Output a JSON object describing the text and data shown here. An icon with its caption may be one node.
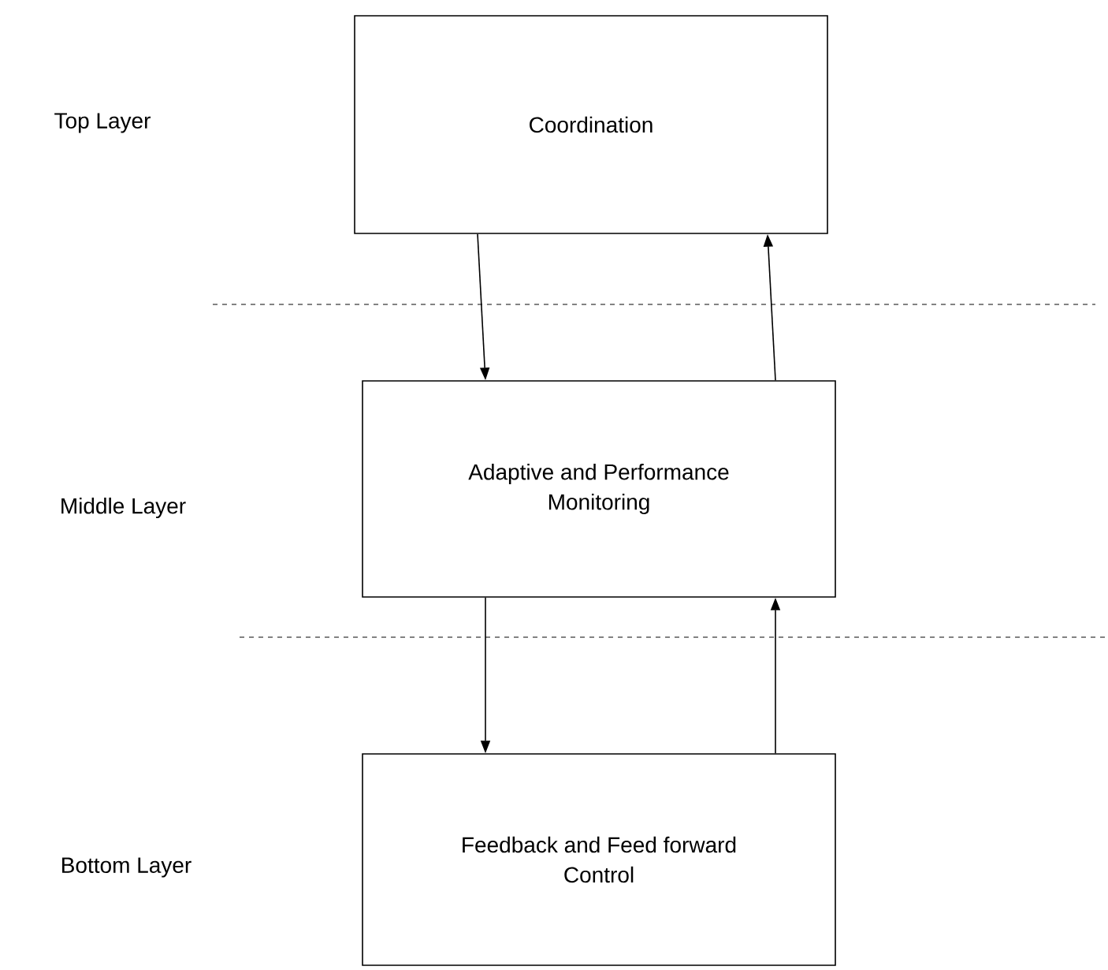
{
  "diagram": {
    "nodes": [
      {
        "text": [
          "Coordination"
        ]
      },
      {
        "text": [
          "Adaptive and Performance Monitoring"
        ]
      },
      {
        "text": [
          "Feedback and Feed forward Control"
        ]
      }
    ],
    "edges": [
      {
        "from": 0,
        "to": 1,
        "arrow": "to"
      },
      {
        "from": 1,
        "to": 0,
        "arrow": "to"
      },
      {
        "from": 1,
        "to": 2,
        "arrow": "to"
      },
      {
        "from": 2,
        "to": 1,
        "arrow": "to"
      }
    ],
    "labels": [
      "Top Layer",
      "Middle Layer",
      "Bottom Layer"
    ]
  }
}
